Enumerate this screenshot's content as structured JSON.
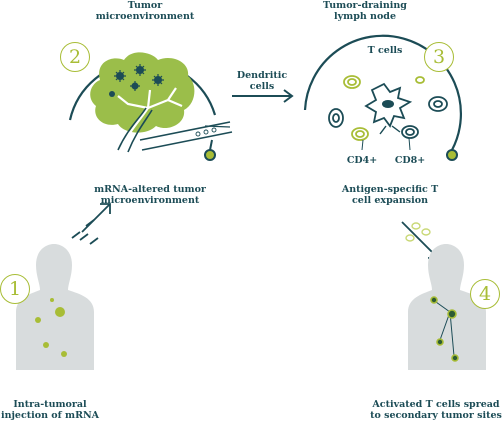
{
  "colors": {
    "teal": "#1c4c56",
    "lime": "#a8bd36",
    "lime_light": "#c9d876",
    "tumor_green": "#9bbe4a",
    "body_gray": "#d8dcdd",
    "node_dark": "#2d5b33"
  },
  "steps": {
    "s1": {
      "number": "1",
      "label_line1": "Intra-tumoral",
      "label_line2": "injection of mRNA"
    },
    "s2": {
      "number": "2",
      "title_line1": "Tumor",
      "title_line2": "microenvironment",
      "caption_line1": "mRNA-altered tumor",
      "caption_line2": "microenvironment"
    },
    "s3": {
      "number": "3",
      "title_line1": "Tumor-draining",
      "title_line2": "lymph node",
      "tcells": "T cells",
      "cd4": "CD4+",
      "cd8": "CD8+",
      "caption_line1": "Antigen-specific T",
      "caption_line2": "cell expansion"
    },
    "s4": {
      "number": "4",
      "label_line1": "Activated T cells spread",
      "label_line2": "to secondary tumor sites"
    }
  },
  "arrow_label": {
    "line1": "Dendritic",
    "line2": "cells"
  }
}
